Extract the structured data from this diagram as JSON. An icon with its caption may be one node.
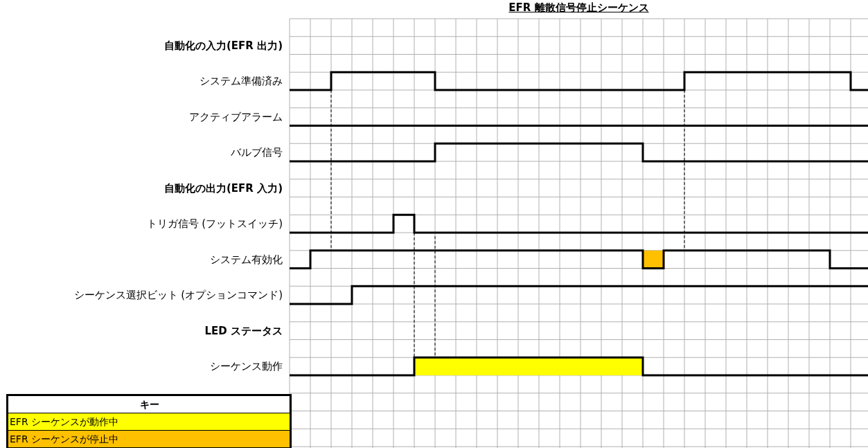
{
  "diagram": {
    "title": "EFR 離散信号停止シーケンス",
    "labels": [
      "自動化の入力(EFR 出力)",
      "システム準備済み",
      "アクティブアラーム",
      "バルブ信号",
      "自動化の出力(EFR 入力)",
      "トリガ信号 (フットスイッチ)",
      "システム有効化",
      "シーケンス選択ビット (オプションコマンド)",
      "LED ステータス",
      "シーケンス動作",
      "キー"
    ],
    "legend": [
      {
        "text": "EFR シーケンスが動作中",
        "color": "#ffff00"
      },
      {
        "text": "EFR シーケンスが停止中",
        "color": "#ffc000"
      }
    ]
  }
}
